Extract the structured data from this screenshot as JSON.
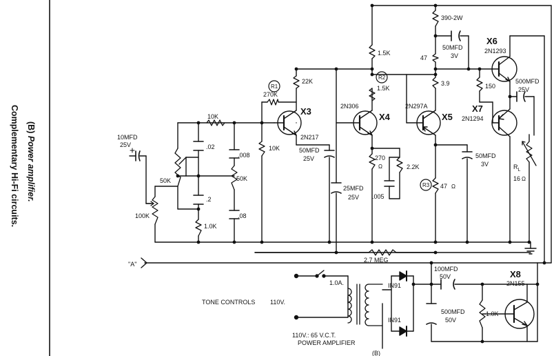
{
  "caption": {
    "line1_prefix": "(B)",
    "line1_text": "Power amplifier.",
    "line2_text": "Complementary Hi-Fi circuits."
  },
  "transistors": {
    "x3": {
      "name": "X3",
      "type": "2N217"
    },
    "x4": {
      "name": "X4",
      "type": "2N306"
    },
    "x5": {
      "name": "X5",
      "type": "2N297A"
    },
    "x6": {
      "name": "X6",
      "type": "2N1293"
    },
    "x7": {
      "name": "X7",
      "type": "2N1294"
    },
    "x8": {
      "name": "X8",
      "type": "2N155"
    }
  },
  "resistor_refs": {
    "r1": "R1",
    "r2": "R2",
    "r3": "R3"
  },
  "resistors": {
    "r_10k_top": "10K",
    "r_270k": "270K",
    "r_22k": "22K",
    "r_10k_x3": "10K",
    "r_15k_a": "1.5K",
    "r_15k_b": "1.5K",
    "r_390": "390-2W",
    "r_47": "47",
    "r_39": "3.9",
    "r_150": "150",
    "r_270": "270",
    "r_22k_b": "2.2K",
    "r_47_x5": "47",
    "r_10k_x8": "1.0K",
    "r_27meg": "2.7 MEG",
    "pot_50k_a": "50K",
    "pot_50k_b": "50K",
    "pot_100k": "100K",
    "r_10k_low": "1.0K",
    "rl": "R",
    "rl_sub": "L",
    "rl_val": "16"
  },
  "capacitors": {
    "c_in": "10MFD",
    "c_in_v": "25V",
    "c_02": ".02",
    "c_008": ".008",
    "c_2": ".2",
    "c_08": ".08",
    "c_50_x3": "50MFD",
    "c_50_x3_v": "25V",
    "c_25_x4": "25MFD",
    "c_25_x4_v": "25V",
    "c_005": ".005",
    "c_50_top": "50MFD",
    "c_50_top_v": "3V",
    "c_50_x5": "50MFD",
    "c_50_x5_v": "3V",
    "c_500_out": "500MFD",
    "c_500_out_v": "25V",
    "c_100": "100MFD",
    "c_100_v": "50V",
    "c_500_ps": "500MFD",
    "c_500_ps_v": "50V"
  },
  "diodes": {
    "d1": "IN91",
    "d2": "IN91"
  },
  "power": {
    "fuse": "1.0A.",
    "mains": "110V.",
    "transformer": "110V.: 65 V.C.T.",
    "section": "POWER AMPLIFIER",
    "tone_controls": "TONE CONTROLS",
    "input_a": "\"A\"",
    "figure_tag": "(B)"
  }
}
